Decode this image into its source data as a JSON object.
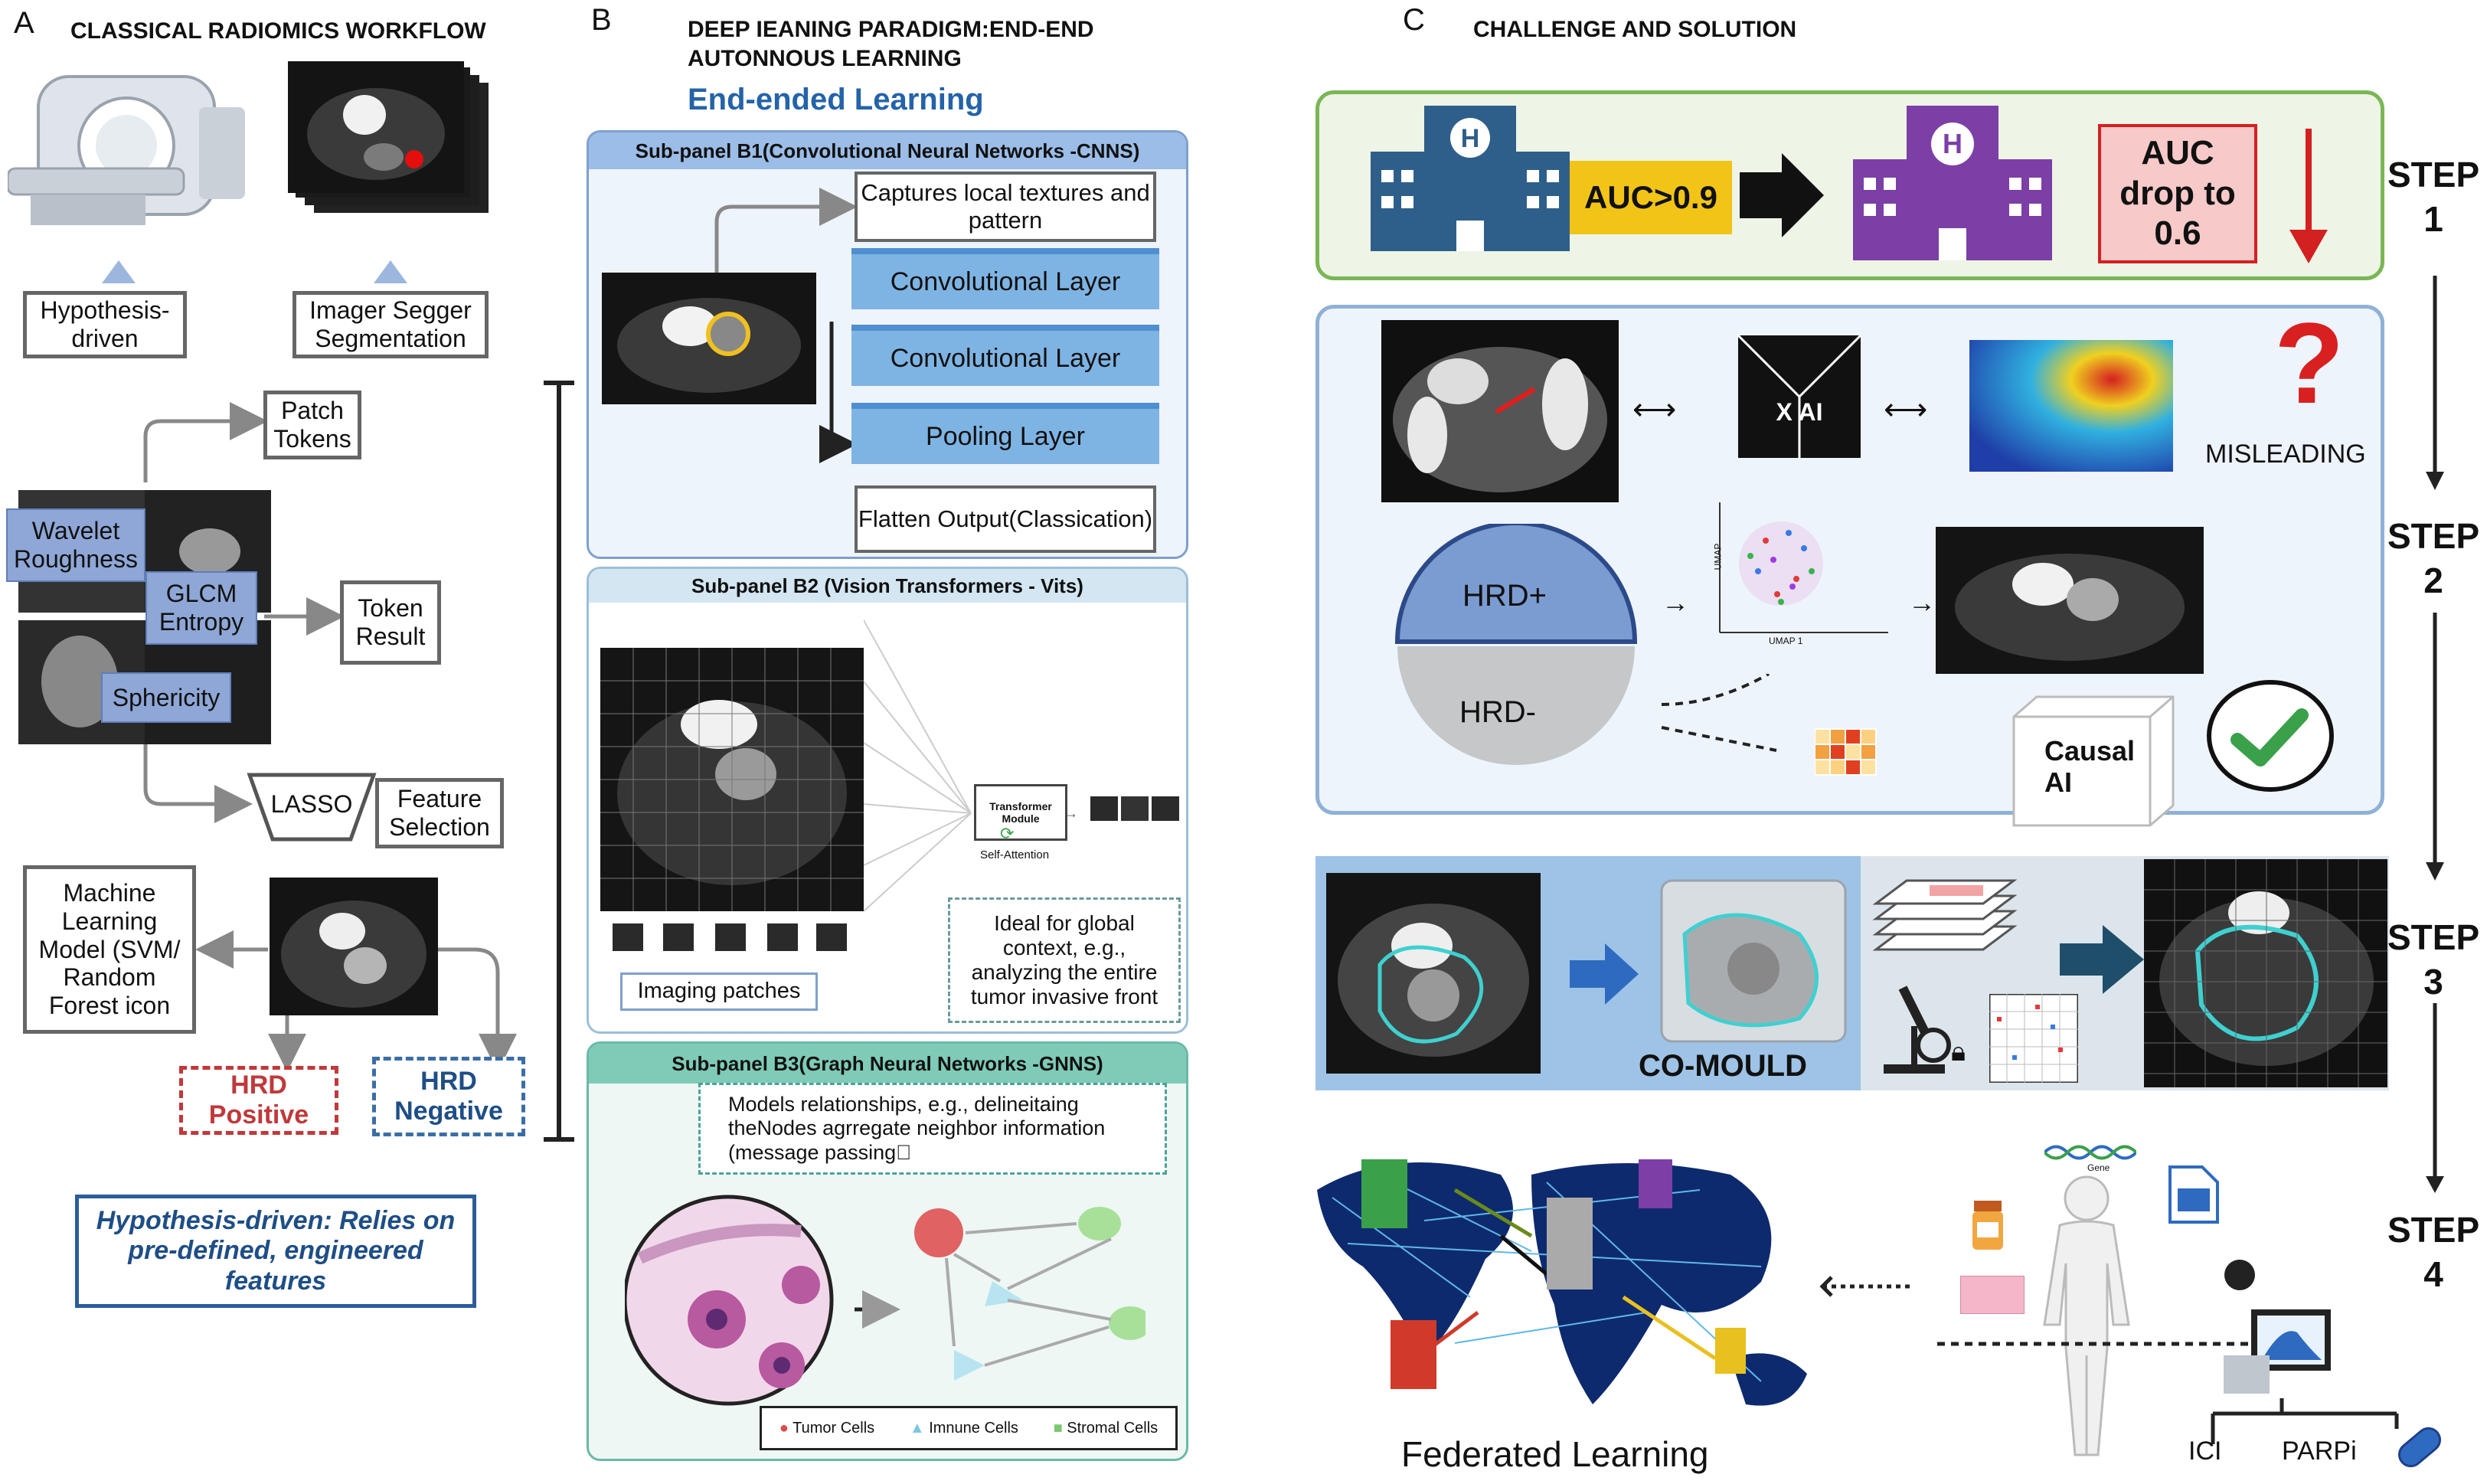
{
  "panel_a": {
    "letter": "A",
    "title": "CLASSICAL RADIOMICS WORKFLOW",
    "hypothesis_box": "Hypothesis-driven",
    "segmentation_box": "Imager Segger Segmentation",
    "patch_tokens": "Patch Tokens",
    "wavelet": "Wavelet Roughness",
    "glcm": "GLCM Entropy",
    "sphericity": "Sphericity",
    "token_result": "Token Result",
    "lasso": "LASSO",
    "feature_selection": "Feature Selection",
    "ml_model": "Machine Learning Model (SVM/ Random Forest icon",
    "hrd_positive": "HRD Positive",
    "hrd_negative": "HRD Negative",
    "note": "Hypothesis-driven: Relies on pre-defined, engineered features"
  },
  "panel_b": {
    "letter": "B",
    "title_line1": "DEEP IEANING PARADIGM:END-END",
    "title_line2": "AUTONNOUS LEARNING",
    "subtitle": "End-ended Learning",
    "b1": {
      "header": "Sub-panel B1(Convolutional Neural Networks -CNNS)",
      "captures": "Captures local textures and pattern",
      "conv1": "Convolutional Layer",
      "conv2": "Convolutional Layer",
      "pool": "Pooling Layer",
      "output": "Flatten Output(Classication)"
    },
    "b2": {
      "header": "Sub-panel B2 (Vision Transformers - Vits)",
      "transformer": "Transformer Module",
      "self_attention": "Self-Attention",
      "patches": "Imaging patches",
      "ideal": "Ideal for global context, e.g., analyzing the entire tumor invasive front"
    },
    "b3": {
      "header": "Sub-panel B3(Graph Neural Networks -GNNS)",
      "models": "Models relationships, e.g., delineitaing theNodes agrregate neighbor information (message passing\u0000",
      "legend": [
        "Tumor Cells",
        "Imnune Cells",
        "Stromal Cells"
      ]
    }
  },
  "panel_c": {
    "letter": "C",
    "title": "CHALLENGE AND SOLUTION",
    "auc_high": "AUC>0.9",
    "auc_drop": "AUC drop to 0.6",
    "xai": "X AI",
    "misleading": "MISLEADING",
    "hrd_pos": "HRD+",
    "hrd_neg": "HRD-",
    "umap_x": "UMAP 1",
    "umap_y": "UMAP",
    "causal": "Causal AI",
    "comould": "CO-MOULD",
    "federated": "Federated Learning",
    "gene": "Gene",
    "ici": "ICI",
    "parpi": "PARPi",
    "steps": [
      "STEP 1",
      "STEP 2",
      "STEP 3",
      "STEP 4"
    ],
    "colors": {
      "hospital_blue": "#2e5f8a",
      "hospital_purple": "#7b3fa6",
      "auc_yellow": "#f2c418",
      "auc_red_bg": "#f7c9c9",
      "red_arrow": "#d32020",
      "check_green": "#3aa04a",
      "teal_contour": "#3fd0d0"
    }
  }
}
